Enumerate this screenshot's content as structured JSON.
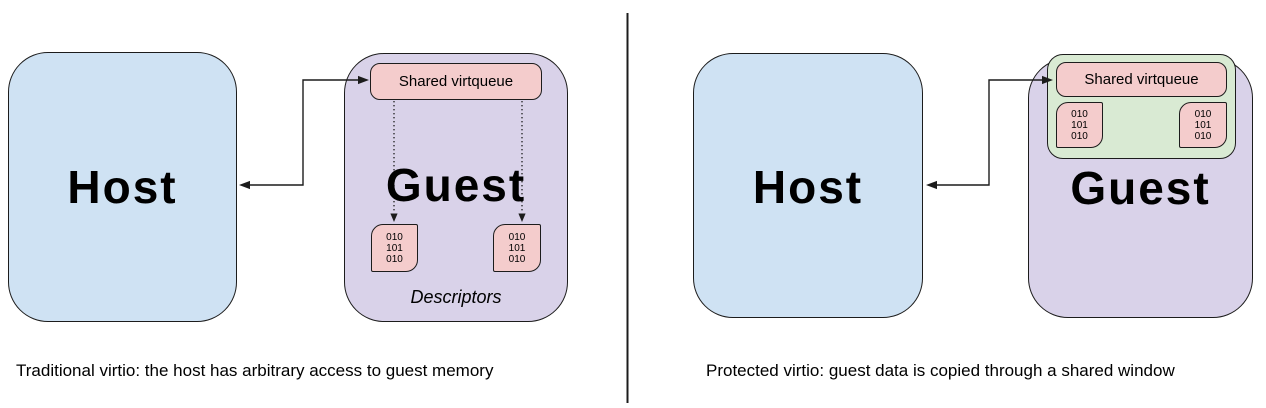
{
  "panels": [
    {
      "name": "traditional-virtio",
      "host_label": "Host",
      "guest_label": "Guest",
      "virtqueue_label": "Shared virtqueue",
      "descriptor_blocks": [
        [
          "010",
          "101",
          "010"
        ],
        [
          "010",
          "101",
          "010"
        ]
      ],
      "descriptors_label": "Descriptors",
      "caption": "Traditional virtio: the host has arbitrary access to guest memory"
    },
    {
      "name": "protected-virtio",
      "host_label": "Host",
      "guest_label": "Guest",
      "virtqueue_label": "Shared virtqueue",
      "descriptor_blocks": [
        [
          "010",
          "101",
          "010"
        ],
        [
          "010",
          "101",
          "010"
        ]
      ],
      "caption": "Protected virtio: guest data is copied through a shared window"
    }
  ],
  "colors": {
    "stroke_color": "#1c1c1c",
    "host_fill": "#cfe2f3",
    "guest_fill": "#d9d2e9",
    "virtqueue_fill": "#f4cccc",
    "descriptor_fill": "#f4cccc",
    "window_fill": "#d9ead3",
    "canvas_bg": "#ffffff"
  }
}
